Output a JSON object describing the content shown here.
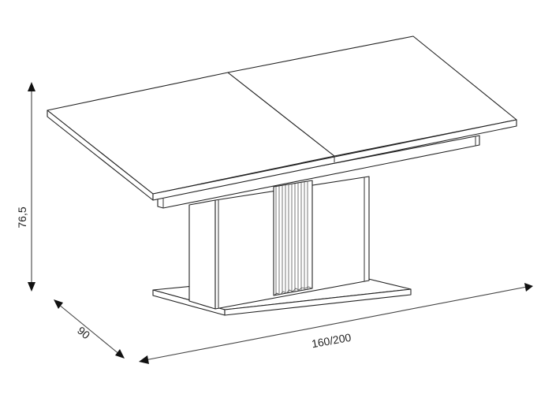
{
  "diagram": {
    "subject": "extendable pedestal dining table",
    "style": "isometric line drawing",
    "colors": {
      "stroke": "#222222",
      "background": "#ffffff",
      "arrow": "#111111"
    },
    "dimensions": {
      "height": {
        "label": "76,5",
        "orientation": "vertical"
      },
      "depth": {
        "label": "90",
        "orientation": "diagonal-left"
      },
      "length": {
        "label": "160/200",
        "orientation": "diagonal-right"
      }
    },
    "parts": [
      {
        "name": "tabletop-left-leaf"
      },
      {
        "name": "tabletop-right-leaf"
      },
      {
        "name": "apron-frame"
      },
      {
        "name": "pedestal-column"
      },
      {
        "name": "fluted-center-panel"
      },
      {
        "name": "base-plinth"
      }
    ]
  }
}
